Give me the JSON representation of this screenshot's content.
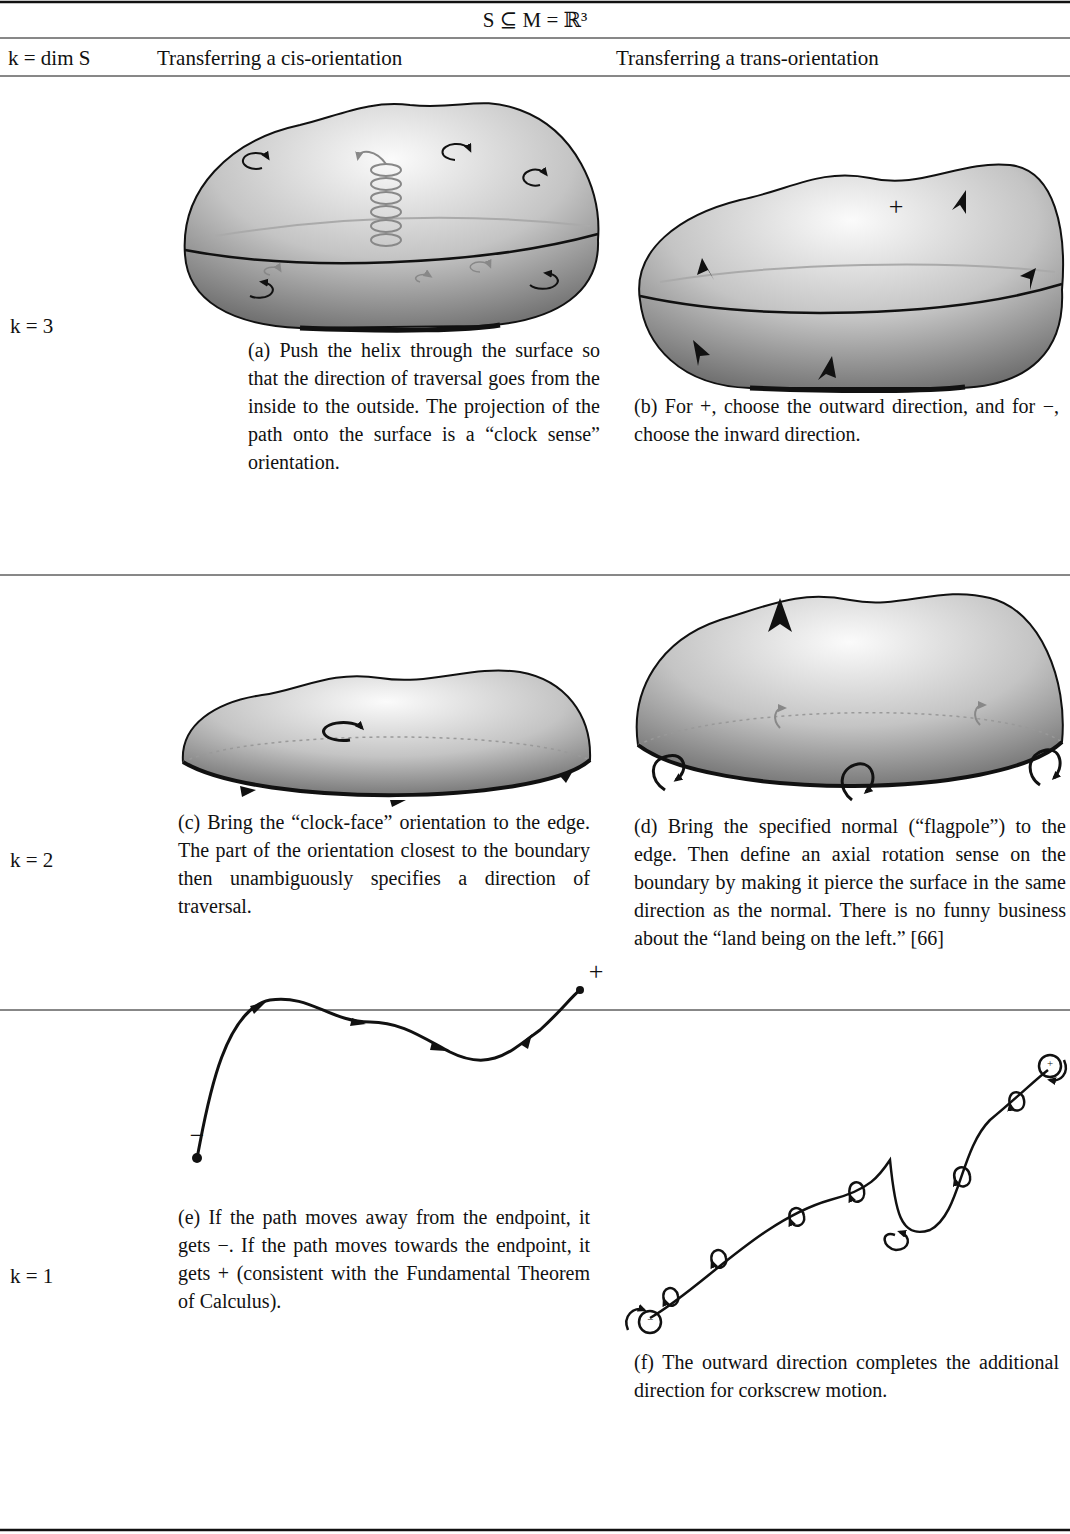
{
  "diagram": {
    "labels": [
      "S ⊆ M = ℝ³",
      "k = dim S",
      "Transferring a cis-orientation",
      "Transferring a trans-orientation",
      "k = 3",
      "+",
      "(a) Push the helix through the surface so that the direction of traversal goes from the inside to the outside. The projection of the path onto the surface is a “clock sense” orientation.",
      "(b) For +, choose the outward direction, and for −, choose the inward direction.",
      "k = 2",
      "(c) Bring the “clock-face” orientation to the edge. The part of the orientation closest to the boundary then unambiguously specifies a direction of traversal.",
      "(d) Bring the specified normal (“flagpole”) to the edge. Then define an axial rotation sense on the boundary by making it pierce the surface in the same direction as the normal. There is no funny business about the “land being on the left.” [66]",
      "k = 1",
      "+",
      "−",
      "−",
      "+",
      "(e) If the path moves away from the endpoint, it gets −. If the path moves towards the endpoint, it gets + (consistent with the Fundamental Theorem of Calculus).",
      "(f) The outward direction completes the additional direction for corkscrew motion."
    ]
  }
}
